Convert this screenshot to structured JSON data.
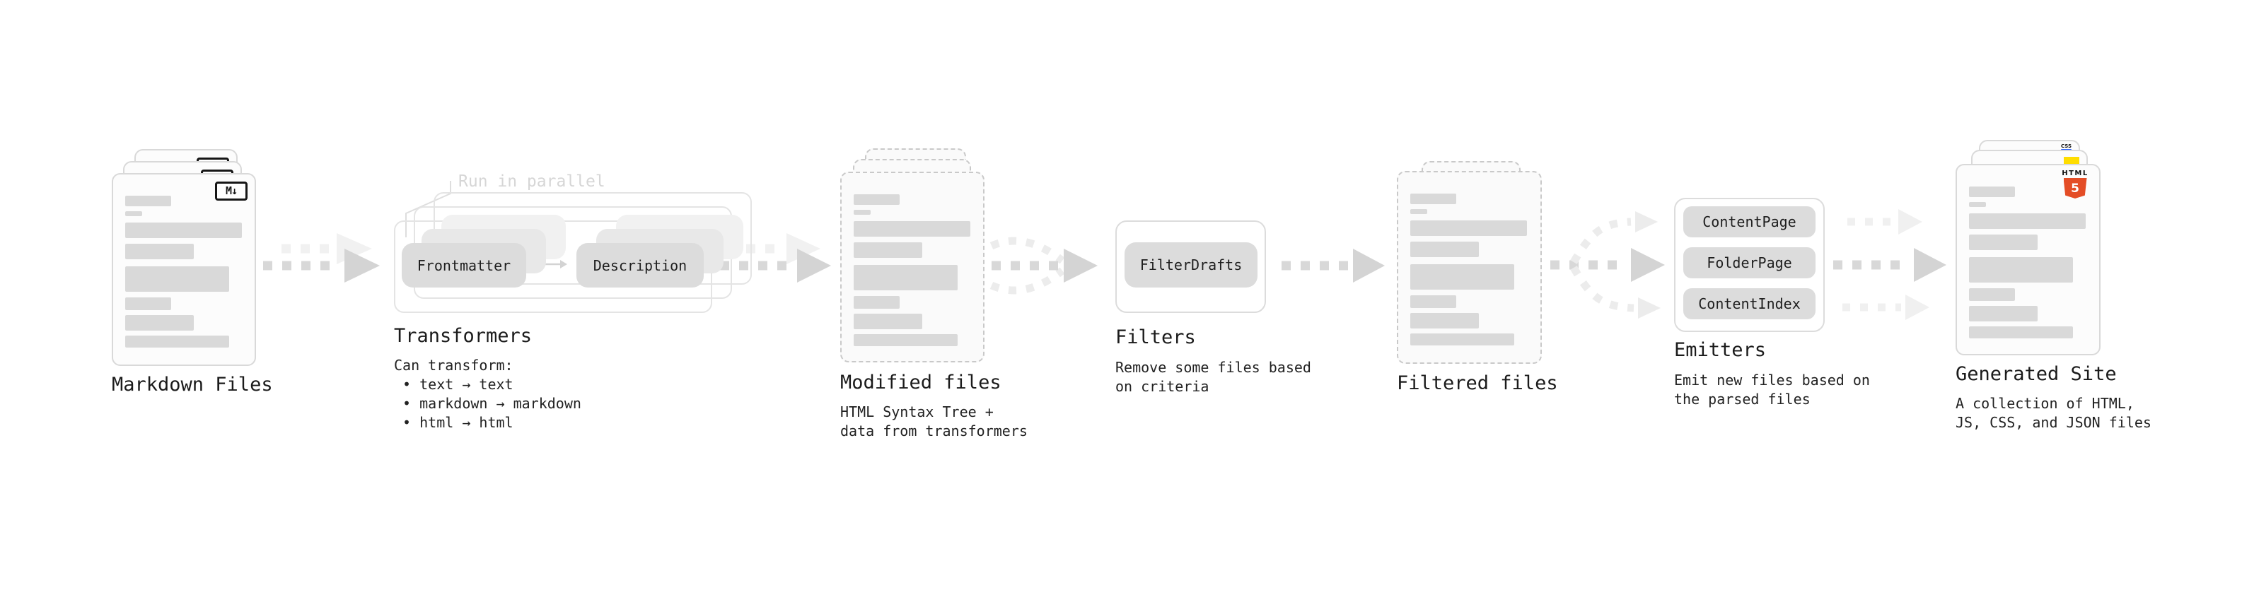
{
  "diagram": {
    "title_implicit": "Static site generation pipeline",
    "nodes": {
      "markdown_files": {
        "title": "Markdown Files",
        "badge": "M↓"
      },
      "transformers": {
        "title": "Transformers",
        "parallel_label": "Run in parallel",
        "pills": [
          "Frontmatter",
          "Description"
        ],
        "description_lines": [
          "Can transform:",
          " • text → text",
          " • markdown → markdown",
          " • html → html"
        ]
      },
      "modified_files": {
        "title": "Modified files",
        "description_lines": [
          "HTML Syntax Tree +",
          "data from transformers"
        ]
      },
      "filters": {
        "title": "Filters",
        "pills": [
          "FilterDrafts"
        ],
        "description_lines": [
          "Remove some files based",
          "on criteria"
        ]
      },
      "filtered_files": {
        "title": "Filtered files",
        "description_lines": []
      },
      "emitters": {
        "title": "Emitters",
        "pills": [
          "ContentPage",
          "FolderPage",
          "ContentIndex"
        ],
        "description_lines": [
          "Emit new files based on",
          "the parsed files"
        ]
      },
      "generated_site": {
        "title": "Generated Site",
        "description_lines": [
          "A collection of HTML,",
          "JS, CSS, and JSON files"
        ],
        "badges": {
          "html5": {
            "label": "HTML",
            "number": "5"
          },
          "css": {
            "label": "CSS"
          },
          "js": {
            "label": ""
          }
        }
      }
    },
    "skeleton_bars": [
      {
        "t": 30,
        "w": 65,
        "h": 15
      },
      {
        "t": 52,
        "w": 24,
        "h": 7
      },
      {
        "t": 68,
        "w": 165,
        "h": 22
      },
      {
        "t": 98,
        "w": 97,
        "h": 22
      },
      {
        "t": 130,
        "w": 147,
        "h": 36
      },
      {
        "t": 174,
        "w": 65,
        "h": 18
      },
      {
        "t": 199,
        "w": 97,
        "h": 22
      },
      {
        "t": 228,
        "w": 147,
        "h": 17
      }
    ],
    "colors": {
      "background": "#ffffff",
      "card_fill": "#fcfcfc",
      "card_border": "#d9d9d9",
      "dashed_border": "#c9c9c9",
      "skeleton_bar": "#d9d9d9",
      "pill_fill": "#dcdcdc",
      "arrow_dark": "#d8d8d8",
      "arrow_light": "#ededed",
      "muted_label": "#d6d6d6",
      "text": "#1d1d1f",
      "html5_orange": "#e44d26",
      "js_yellow": "#ffdd00",
      "css_blue": "#2962ff"
    }
  }
}
